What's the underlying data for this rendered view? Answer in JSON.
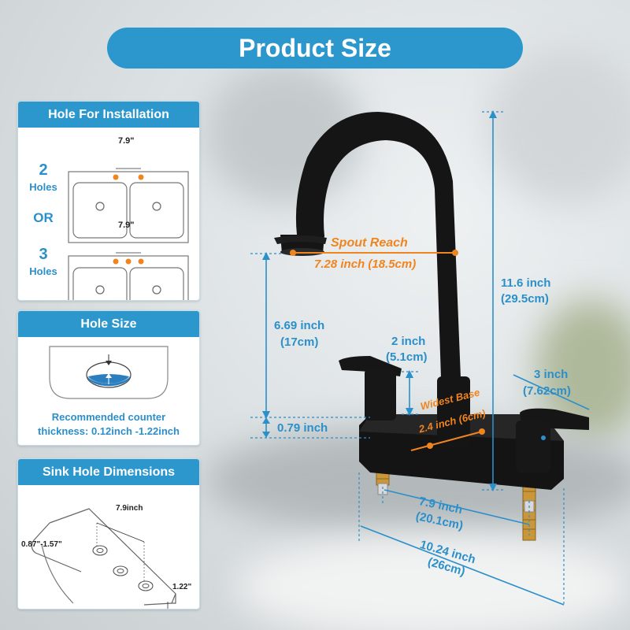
{
  "title": "Product Size",
  "colors": {
    "accent": "#2b97cd",
    "measure": "#2b8fca",
    "highlight": "#f0841f"
  },
  "hole_installation": {
    "heading": "Hole For Installation",
    "option_a_number": "2",
    "option_a_word": "Holes",
    "separator": "OR",
    "option_b_number": "3",
    "option_b_word": "Holes",
    "spacing_a": "7.9\"",
    "spacing_b": "7.9\""
  },
  "hole_size": {
    "heading": "Hole Size",
    "note_line1": "Recommended counter",
    "note_line2": "thickness: 0.12inch -1.22inch"
  },
  "sink_hole": {
    "heading": "Sink Hole Dimensions",
    "spacing": "7.9inch",
    "hole_diameter": "0.87\"-1.57\"",
    "thickness": "1.22\""
  },
  "measurements": {
    "spout_reach_title": "Spout Reach",
    "spout_reach_value": "7.28 inch (18.5cm)",
    "total_height_a": "11.6 inch",
    "total_height_b": "(29.5cm)",
    "spout_height_a": "6.69 inch",
    "spout_height_b": "(17cm)",
    "handle_height_a": "2 inch",
    "handle_height_b": "(5.1cm)",
    "handle_length_a": "3 inch",
    "handle_length_b": "(7.62cm)",
    "base_height": "0.79 inch",
    "widest_base_title": "Widest Base",
    "widest_base_value": "2.4 inch (6cm)",
    "center_spacing_a": "7.9 inch",
    "center_spacing_b": "(20.1cm)",
    "overall_width_a": "10.24 inch",
    "overall_width_b": "(26cm)"
  }
}
